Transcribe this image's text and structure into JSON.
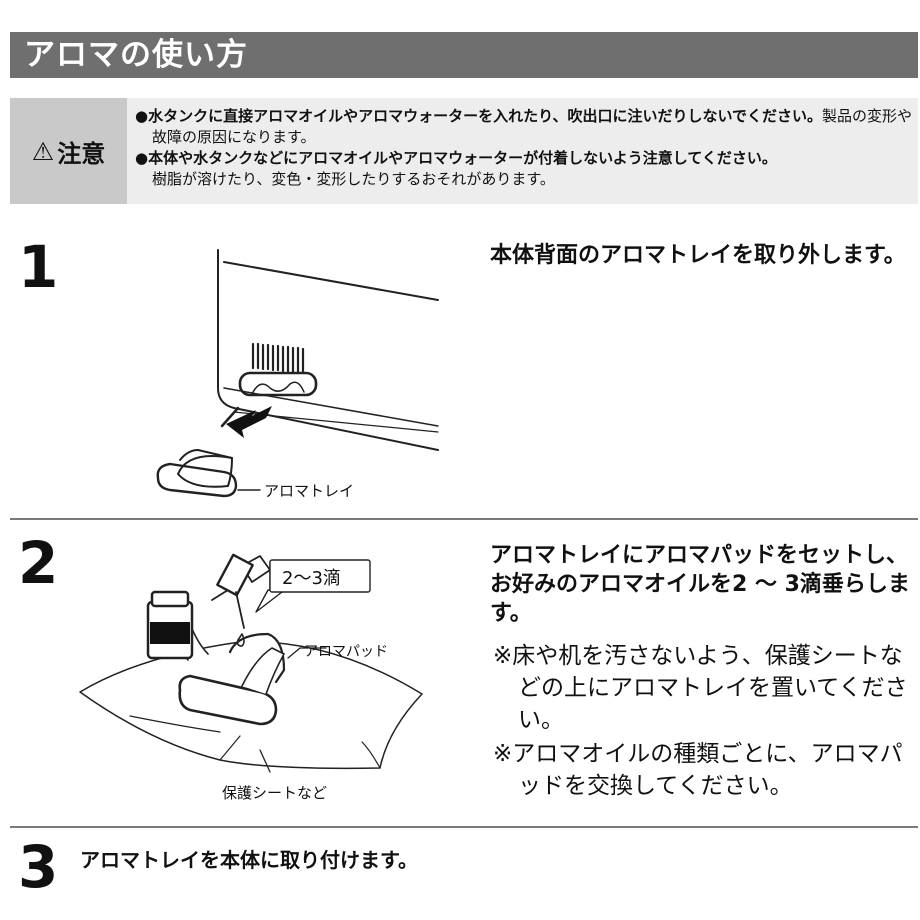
{
  "title": "アロマの使い方",
  "caution": {
    "symbol": "⚠",
    "label": "注意",
    "item1_bold": "●水タンクに直接アロマオイルやアロマウォーターを入れたり、吹出口に注いだりしないでください。",
    "item1_rest": "製品の変形や故障の原因になります。",
    "item2_bold": "●本体や水タンクなどにアロマオイルやアロマウォーターが付着しないよう注意してください。",
    "item2_rest": "樹脂が溶けたり、変色・変形したりするおそれがあります。"
  },
  "steps": [
    {
      "number": "1",
      "heading": "本体背面のアロマトレイを取り外します。",
      "callout": "アロマトレイ"
    },
    {
      "number": "2",
      "heading": "アロマトレイにアロマパッドをセットし、お好みのアロマオイルを2 ～ 3滴垂らします。",
      "bubble": "2～3滴",
      "callout_pad": "アロマパッド",
      "callout_sheet": "保護シートなど",
      "note1": "※床や机を汚さないよう、保護シートなどの上にアロマトレイを置いてください。",
      "note2": "※アロマオイルの種類ごとに、アロマパッドを交換してください。"
    },
    {
      "number": "3",
      "heading": "アロマトレイを本体に取り付けます。"
    }
  ]
}
